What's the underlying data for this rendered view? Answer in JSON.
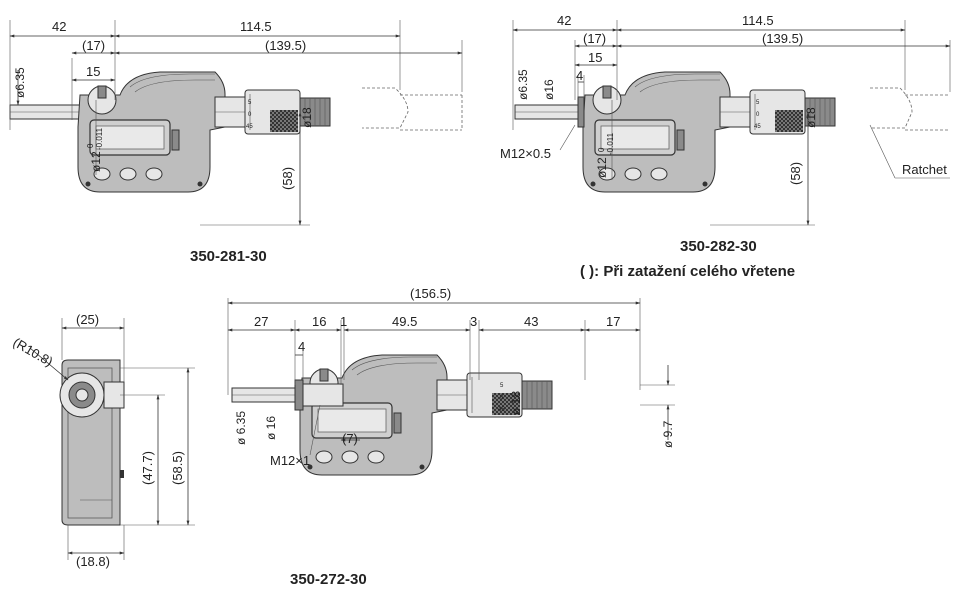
{
  "models": {
    "m1": {
      "label": "350-281-30",
      "dims": {
        "a": "42",
        "b": "114.5",
        "c": "(17)",
        "d": "(139.5)",
        "e": "15",
        "f": "ø6.35",
        "g": "ø18",
        "h": "(58)",
        "i_base": "ø12",
        "i_sup": "0",
        "i_sub": "-0.011"
      }
    },
    "m2": {
      "label": "350-282-30",
      "note": "( ): Při zatažení celého vřetene",
      "dims": {
        "a": "42",
        "b": "114.5",
        "c": "(17)",
        "d": "(139.5)",
        "e": "15",
        "f": "4",
        "g": "ø6.35",
        "h": "ø16",
        "i": "ø18",
        "j": "M12×0.5",
        "k": "(58)",
        "l_base": "ø12",
        "l_sup": "0",
        "l_sub": "-0.011",
        "ratchet": "Ratchet"
      }
    },
    "side": {
      "dims": {
        "a": "(25)",
        "b": "(R10.8)",
        "c": "(47.7)",
        "d": "(58.5)",
        "e": "(18.8)"
      }
    },
    "m3": {
      "label": "350-272-30",
      "dims": {
        "a": "(156.5)",
        "b": "27",
        "c": "16",
        "d": "1",
        "e": "49.5",
        "f": "3",
        "g": "43",
        "h": "17",
        "i": "4",
        "j": "ø 6.35",
        "k": "ø 16",
        "l": "M12×1",
        "m": "(7)",
        "n": "ø 18",
        "o": "ø 9.7"
      }
    }
  },
  "scale_marks": [
    "5",
    "0",
    "45"
  ]
}
